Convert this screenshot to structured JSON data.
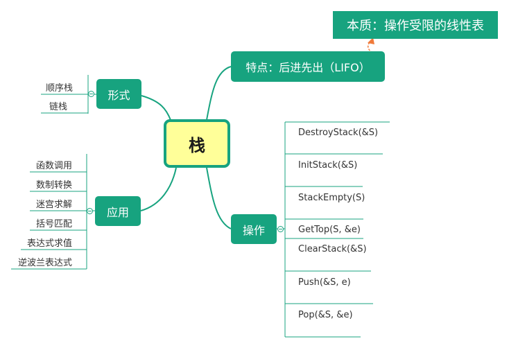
{
  "central": {
    "label": "栈"
  },
  "note": {
    "label": "本质：操作受限的线性表"
  },
  "branches": {
    "feature": {
      "label": "特点：后进先出（LIFO）"
    },
    "form": {
      "label": "形式",
      "items": [
        "顺序栈",
        "链栈"
      ]
    },
    "application": {
      "label": "应用",
      "items": [
        "函数调用",
        "数制转换",
        "迷宫求解",
        "括号匹配",
        "表达式求值",
        "逆波兰表达式"
      ]
    },
    "operations": {
      "label": "操作",
      "items": [
        "DestroyStack(&S)",
        "InitStack(&S)",
        "StackEmpty(S)",
        "GetTop(S, &e)",
        "ClearStack(&S)",
        "Push(&S, e)",
        "Pop(&S, &e)"
      ]
    }
  },
  "colors": {
    "branch": "#17a37f",
    "central_fill": "#ffff99",
    "leaf_line": "#17a37f",
    "relation_arrow": "#f07a3a"
  }
}
